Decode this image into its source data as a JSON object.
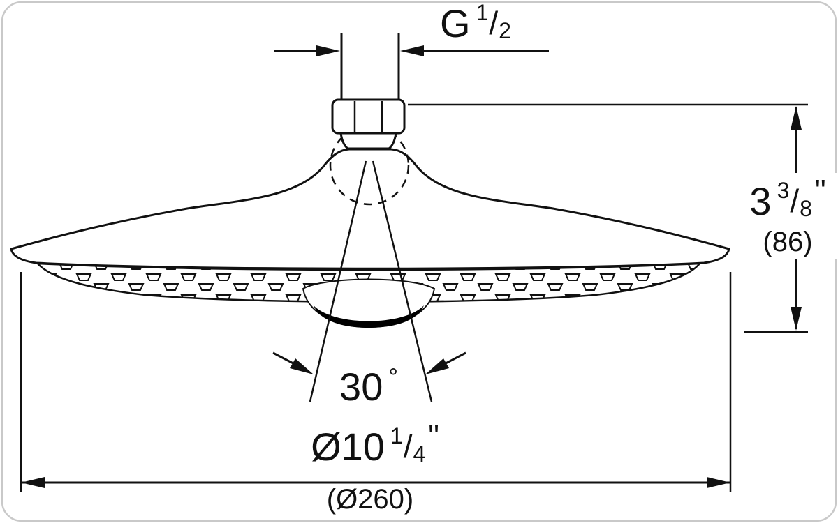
{
  "diagram": {
    "name": "shower-head-dimension-drawing",
    "labels": {
      "thread": {
        "prefix": "G",
        "num": "1",
        "den": "2"
      },
      "height": {
        "whole": "3",
        "num": "3",
        "den": "8",
        "unit": "\"",
        "metric": "(86)"
      },
      "angle": {
        "value": "30",
        "unit": "°"
      },
      "diameter": {
        "prefix": "Ø10",
        "num": "1",
        "den": "4",
        "unit": "\"",
        "metric": "(Ø260)"
      }
    },
    "colors": {
      "line": "#111111",
      "border": "#c9c9c9",
      "background": "#ffffff",
      "cap_fill": "#000000"
    }
  }
}
